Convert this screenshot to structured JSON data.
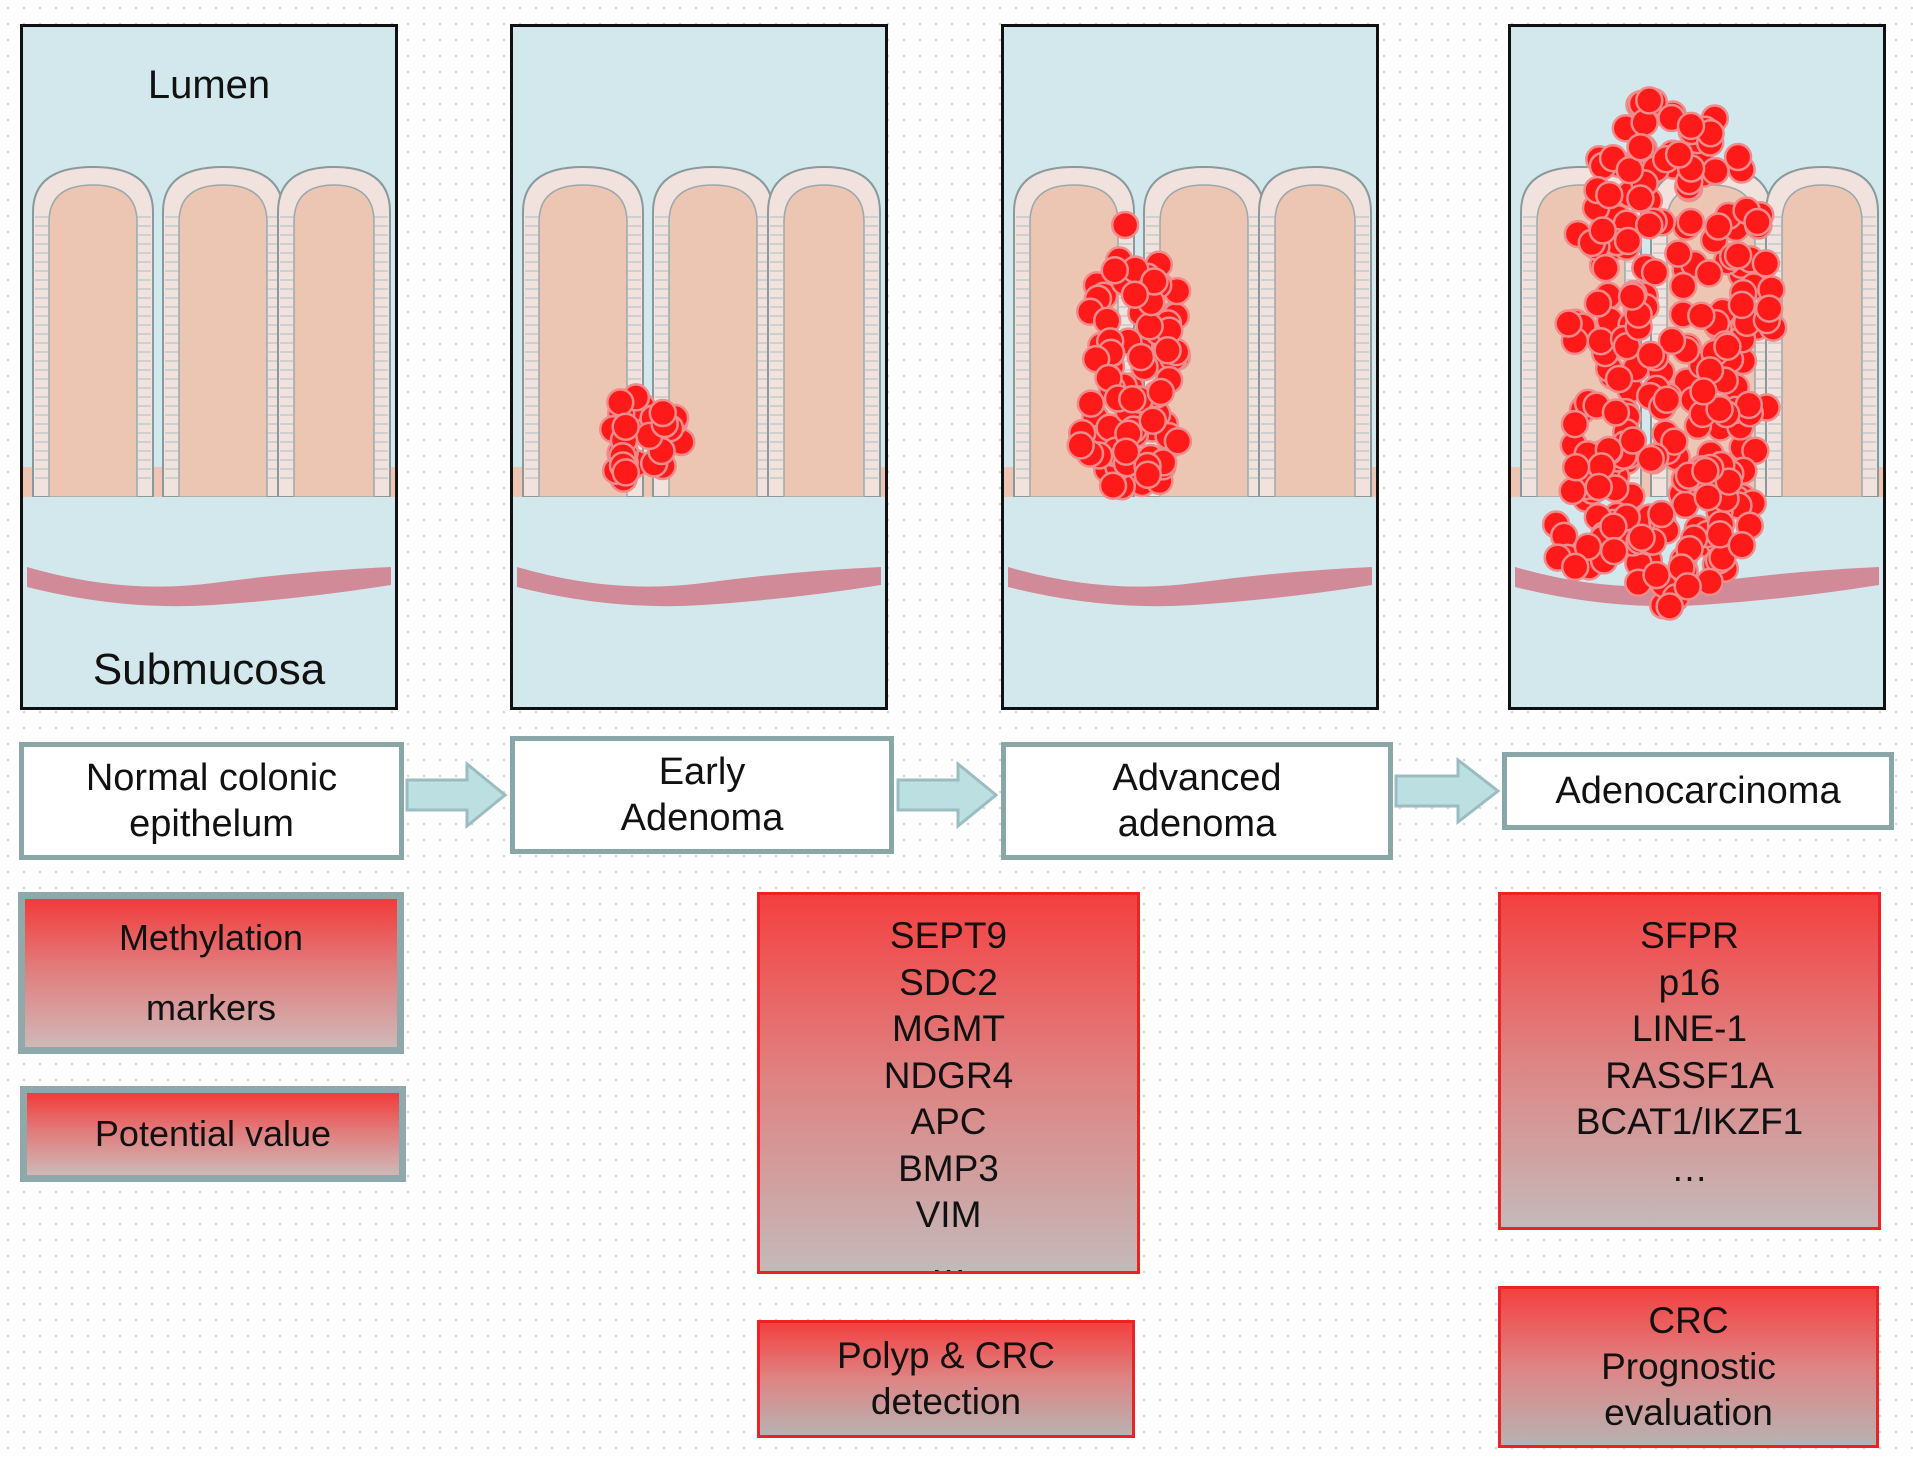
{
  "panels": {
    "normal": {
      "top_label": "Lumen",
      "bottom_label": "Submucosa"
    }
  },
  "stages": [
    {
      "label": "Normal colonic epithelum"
    },
    {
      "label": "Early Adenoma"
    },
    {
      "label": "Advanced adenoma"
    },
    {
      "label": "Adenocarcinoma"
    }
  ],
  "legend": {
    "methylation_markers": "Methylation markers",
    "potential_value": "Potential value"
  },
  "markers_early": [
    "SEPT9",
    "SDC2",
    "MGMT",
    "NDGR4",
    "APC",
    "BMP3",
    "VIM",
    "…"
  ],
  "markers_cancer": [
    "SFPR",
    "p16",
    "LINE-1",
    "RASSF1A",
    "BCAT1/IKZF1",
    "…"
  ],
  "value_early": "Polyp & CRC detection",
  "value_cancer": "CRC Prognostic evaluation",
  "colors": {
    "tumor_cell": "#ff1a1a",
    "tissue": "#edc5b3",
    "lumen_bg": "#d3e8ec",
    "vessel": "#d08a98",
    "stage_border": "#8aa7a8"
  }
}
